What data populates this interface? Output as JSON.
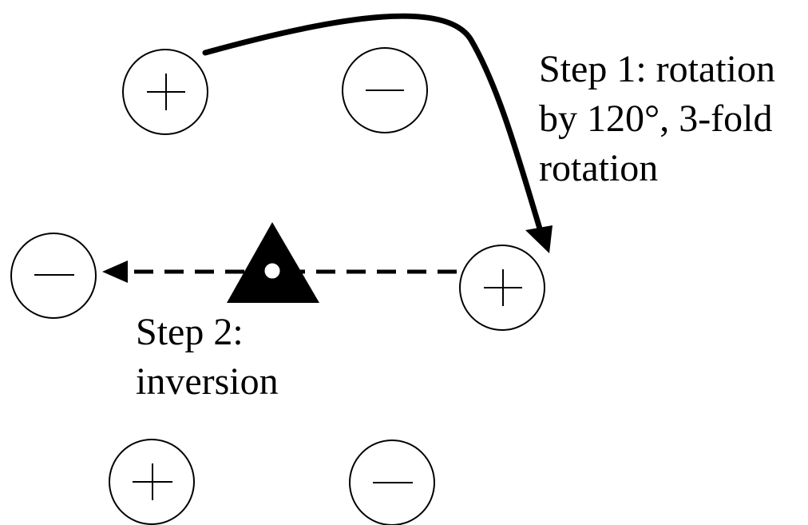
{
  "diagram": {
    "step1": {
      "lines": [
        "Step 1: rotation",
        "by 120°, 3-fold",
        "rotation"
      ]
    },
    "step2": {
      "lines": [
        "Step 2:",
        "inversion"
      ]
    },
    "sites": [
      {
        "sign": "+"
      },
      {
        "sign": "−"
      },
      {
        "sign": "−"
      },
      {
        "sign": "+"
      },
      {
        "sign": "+"
      },
      {
        "sign": "−"
      }
    ],
    "symmetry_element": "3-fold rotoinversion axis (filled triangle with inversion center)"
  }
}
